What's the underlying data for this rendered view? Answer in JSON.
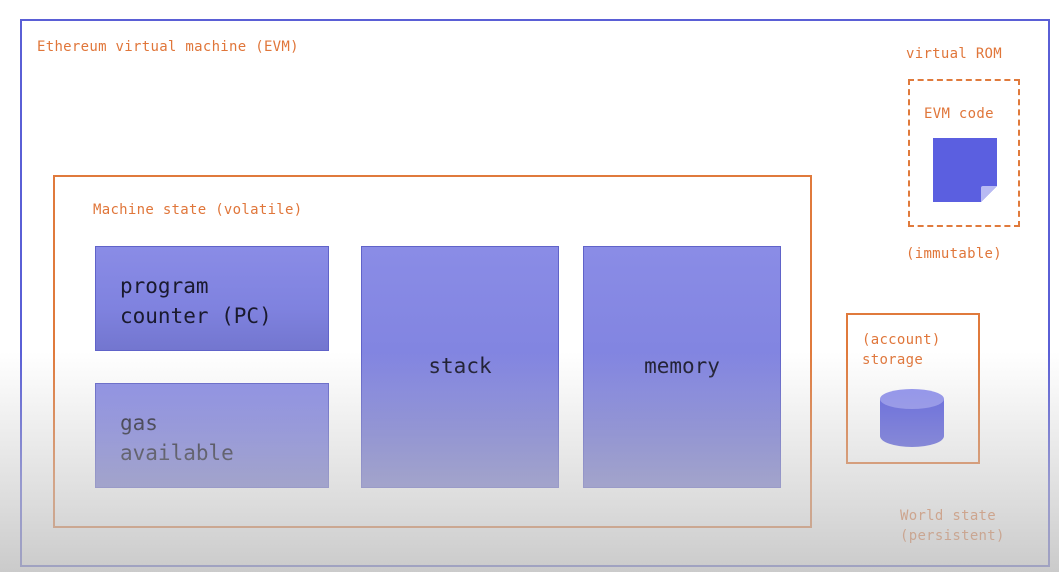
{
  "evm": {
    "title": "Ethereum virtual machine (EVM)"
  },
  "machine_state": {
    "title": "Machine state (volatile)",
    "program_counter": "program\ncounter (PC)",
    "gas_available": "gas\navailable",
    "stack": "stack",
    "memory": "memory"
  },
  "virtual_rom": {
    "title": "virtual ROM",
    "code_label": "EVM code",
    "note": "(immutable)",
    "icon": "document-icon"
  },
  "storage": {
    "title": "(account)\nstorage",
    "icon": "database-icon"
  },
  "world_state": {
    "label": "World state\n(persistent)"
  },
  "colors": {
    "frame_blue": "#5a5fd6",
    "accent_orange": "#e07a3c",
    "block_fill": "#8a8ce6",
    "icon_fill": "#5b5fe0"
  }
}
